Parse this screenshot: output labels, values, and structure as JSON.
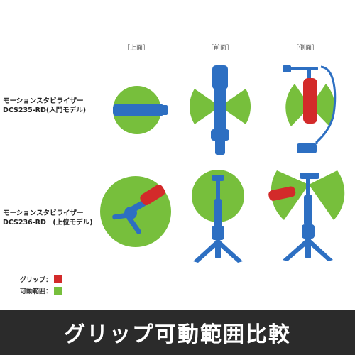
{
  "columns": {
    "top": "［上面］",
    "front": "［前面］",
    "side": "［側面］"
  },
  "rows": {
    "row1": {
      "line1": "モーションスタビライザー",
      "line2": "DCS235-RD(入門モデル)"
    },
    "row2": {
      "line1": "モーションスタビライザー",
      "line2": "DCS236-RD　(上位モデル)"
    }
  },
  "legend": {
    "grip": {
      "label": "グリップ：",
      "color": "#d32a2a"
    },
    "range": {
      "label": "可動範囲：",
      "color": "#77bf3c"
    }
  },
  "colors": {
    "device": "#2d6fc2",
    "grip": "#d32a2a",
    "range": "#77bf3c"
  },
  "footer": {
    "title": "グリップ可動範囲比較"
  }
}
